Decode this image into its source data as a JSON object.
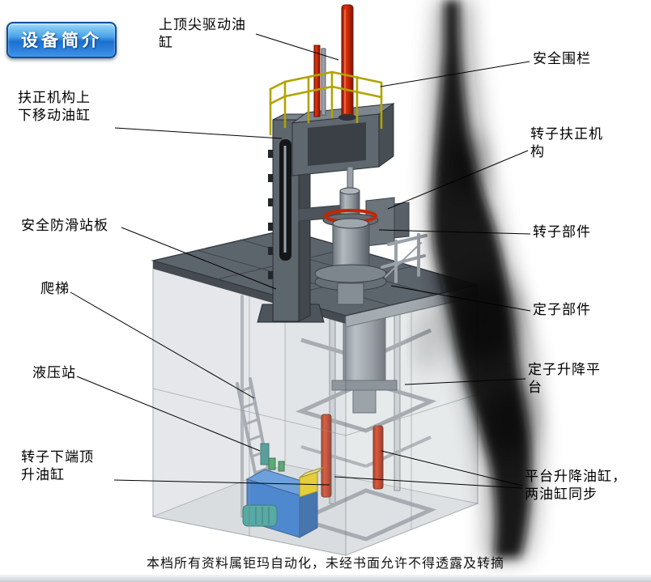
{
  "badge": {
    "label": "设备简介"
  },
  "labels": [
    {
      "id": "top-spindle-drive-cylinder",
      "text": "上顶尖驱动油\n缸"
    },
    {
      "id": "safety-fence",
      "text": "安全围栏"
    },
    {
      "id": "centering-updown-cylinder",
      "text": "扶正机构上\n下移动油缸"
    },
    {
      "id": "rotor-centering-mechanism",
      "text": "转子扶正机\n构"
    },
    {
      "id": "antislip-standing-plate",
      "text": "安全防滑站板"
    },
    {
      "id": "rotor-component",
      "text": "转子部件"
    },
    {
      "id": "ladder",
      "text": "爬梯"
    },
    {
      "id": "stator-component",
      "text": "定子部件"
    },
    {
      "id": "hydraulic-station",
      "text": "液压站"
    },
    {
      "id": "stator-lift-platform",
      "text": "定子升降平\n台"
    },
    {
      "id": "rotor-bottom-jack-cylinder",
      "text": "转子下端顶\n升油缸"
    },
    {
      "id": "platform-lift-cylinders",
      "text": "平台升降油缸，\n两油缸同步"
    }
  ],
  "footer": {
    "text": "本档所有资料属钜玛自动化，未经书面允许不得透露及转摘"
  },
  "colors": {
    "cylinder_red": "#c22706",
    "railing_yellow": "#b0a400",
    "hydraulic_blue": "#1e6fd0",
    "badge_blue": "#2a82dc",
    "platform_gray": "#5c646c"
  }
}
